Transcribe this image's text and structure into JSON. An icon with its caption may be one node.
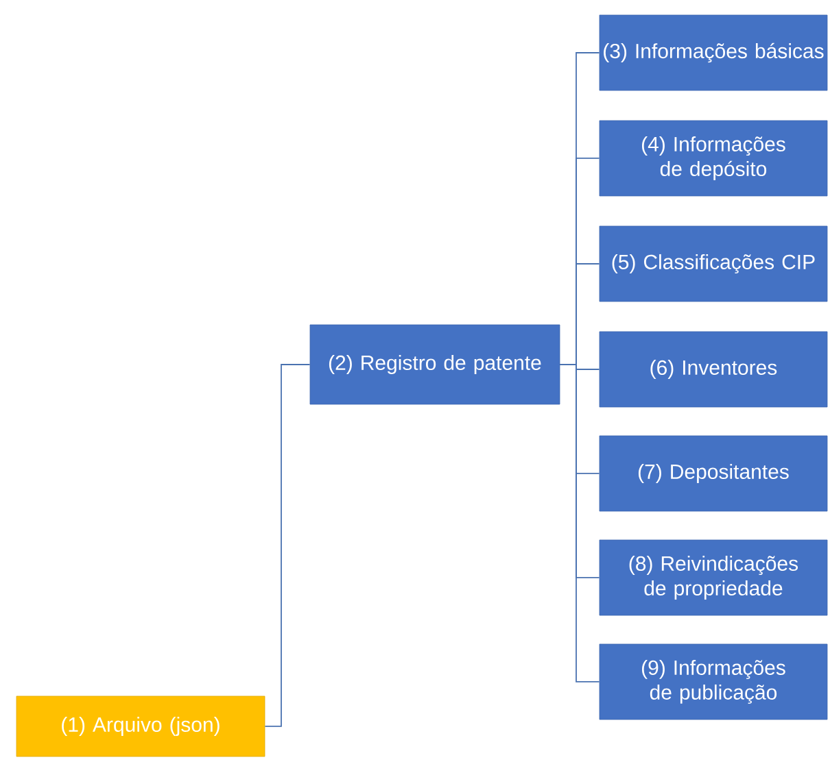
{
  "diagram": {
    "nodes": [
      {
        "text": [
          "(1) Arquivo (json)"
        ]
      },
      {
        "text": [
          "(2) Registro de patente"
        ]
      },
      {
        "text": [
          "(3) Informações básicas"
        ]
      },
      {
        "text": [
          "(4) Informações de depósito"
        ]
      },
      {
        "text": [
          "(5) Classificações CIP"
        ]
      },
      {
        "text": [
          "(6) Inventores"
        ]
      },
      {
        "text": [
          "(7) Depositantes"
        ]
      },
      {
        "text": [
          "(8) Reivindicações de propriedade"
        ]
      },
      {
        "text": [
          "(9) Informações de publicação"
        ]
      }
    ],
    "edges": [
      {
        "from": 0,
        "to": 1,
        "arrow": "none"
      },
      {
        "from": 1,
        "to": 2,
        "arrow": "none"
      },
      {
        "from": 1,
        "to": 3,
        "arrow": "none"
      },
      {
        "from": 1,
        "to": 4,
        "arrow": "none"
      },
      {
        "from": 1,
        "to": 5,
        "arrow": "none"
      },
      {
        "from": 1,
        "to": 6,
        "arrow": "none"
      },
      {
        "from": 1,
        "to": 7,
        "arrow": "none"
      },
      {
        "from": 1,
        "to": 8,
        "arrow": "none"
      }
    ]
  }
}
